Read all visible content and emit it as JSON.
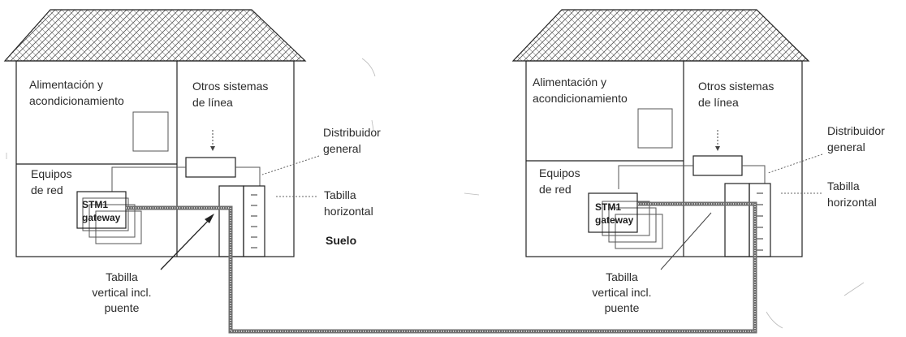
{
  "houses": [
    {
      "power_label": [
        "Alimentación y",
        "acondicionamiento"
      ],
      "other_systems_label": [
        "Otros sistemas",
        "de línea"
      ],
      "distributor_label": [
        "Distribuidor",
        "general"
      ],
      "network_label": [
        "Equipos",
        "de red"
      ],
      "gateway_label": [
        "STM1",
        "gateway"
      ],
      "horizontal_label": [
        "Tabilla",
        "horizontal"
      ],
      "vertical_label": [
        "Tabilla",
        "vertical incl.",
        "puente"
      ],
      "floor_label": "Suelo"
    },
    {
      "power_label": [
        "Alimentación y",
        "acondicionamiento"
      ],
      "other_systems_label": [
        "Otros sistemas",
        "de línea"
      ],
      "distributor_label": [
        "Distribuidor",
        "general"
      ],
      "network_label": [
        "Equipos",
        "de red"
      ],
      "gateway_label": [
        "STM1",
        "gateway"
      ],
      "horizontal_label": [
        "Tabilla",
        "horizontal"
      ],
      "vertical_label": [
        "Tabilla",
        "vertical incl.",
        "puente"
      ],
      "floor_label": ""
    }
  ],
  "colors": {
    "roof_pattern": "#555555",
    "link_cable": "#7a7a7a"
  }
}
